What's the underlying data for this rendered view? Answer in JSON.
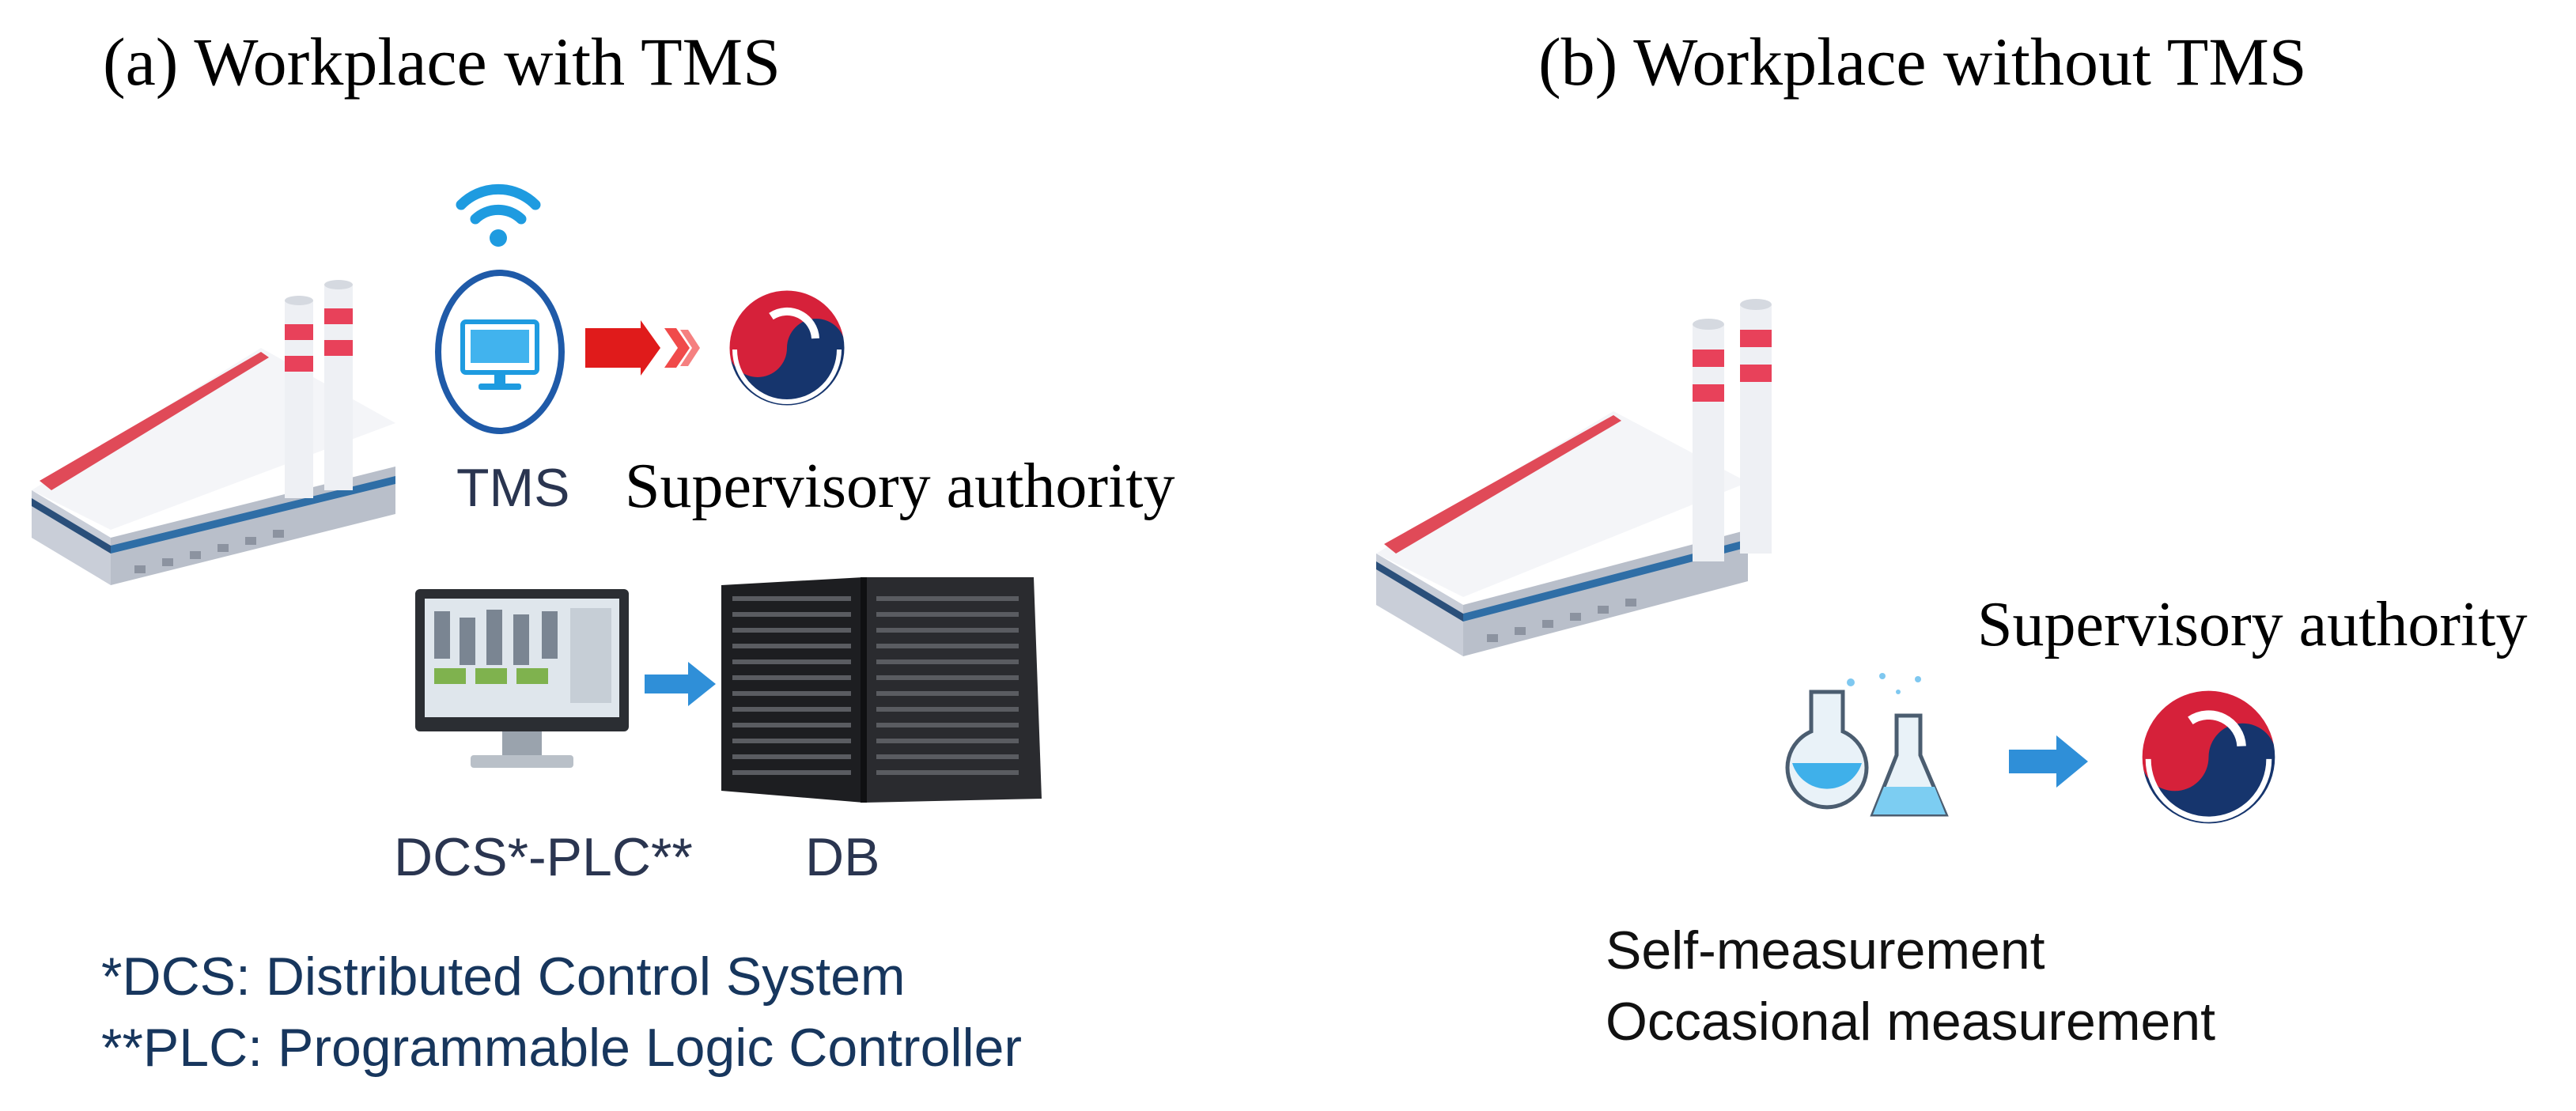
{
  "panel_a": {
    "title": "(a) Workplace with TMS",
    "tms_label": "TMS",
    "authority_label": "Supervisory authority",
    "dcs_label": "DCS*-PLC**",
    "db_label": "DB",
    "footnotes": [
      "*DCS: Distributed Control System",
      "**PLC: Programmable Logic Controller"
    ]
  },
  "panel_b": {
    "title": "(b) Workplace without TMS",
    "authority_label": "Supervisory authority",
    "measurements": [
      "Self-measurement",
      "Occasional measurement"
    ]
  },
  "colors": {
    "wifi_blue": "#1e9be0",
    "tms_ring": "#1f5aa8",
    "arrow_red": "#e01b1b",
    "arrow_blue": "#2f8fd8",
    "emblem_red": "#d6213a",
    "emblem_navy": "#16356d",
    "stack_red": "#e8415a"
  },
  "icons": [
    "factory-icon",
    "wifi-icon",
    "monitor-icon",
    "government-emblem-icon",
    "server-rack-icon",
    "flask-icon",
    "arrow-icon"
  ]
}
